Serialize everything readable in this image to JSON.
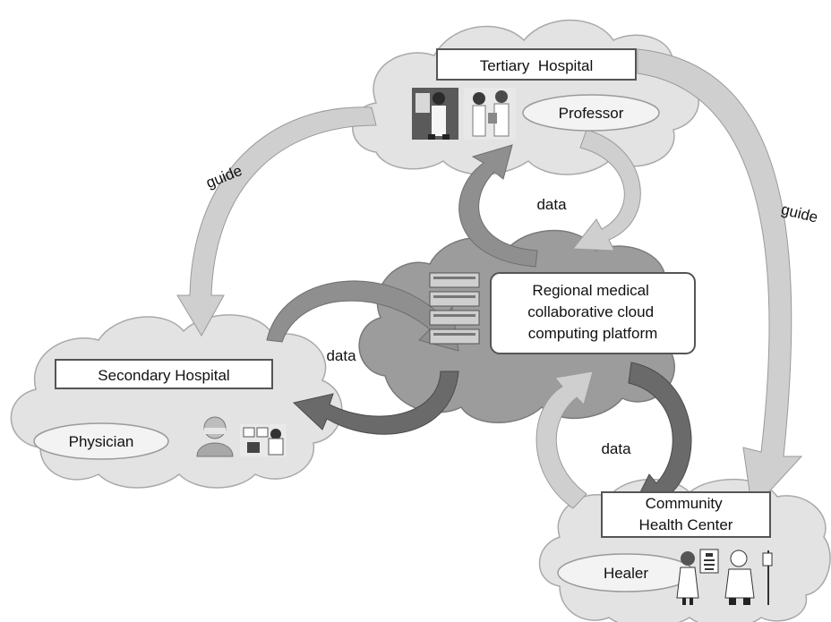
{
  "nodes": {
    "tertiary": {
      "title": "Tertiary  Hospital",
      "role": "Professor"
    },
    "platform": {
      "title_lines": [
        "Regional medical",
        "collaborative cloud",
        "computing platform"
      ]
    },
    "secondary": {
      "title": "Secondary Hospital",
      "role": "Physician"
    },
    "community": {
      "title_lines": [
        "Community",
        "Health Center"
      ],
      "role": "Healer"
    }
  },
  "edges": {
    "guide_left": "guide",
    "guide_right": "guide",
    "data_top": "data",
    "data_left": "data",
    "data_bottom": "data"
  },
  "icons": [
    "doctor-xray-icon",
    "doctors-consult-icon",
    "surgeon-icon",
    "microscope-icon",
    "nurse-icon",
    "eye-chart-icon",
    "doctor-iv-icon"
  ],
  "colors": {
    "light_cloud": "#e3e3e3",
    "dark_cloud": "#9c9c9c",
    "arrow_light": "#cfcfcf",
    "arrow_dark": "#6a6a6a"
  }
}
